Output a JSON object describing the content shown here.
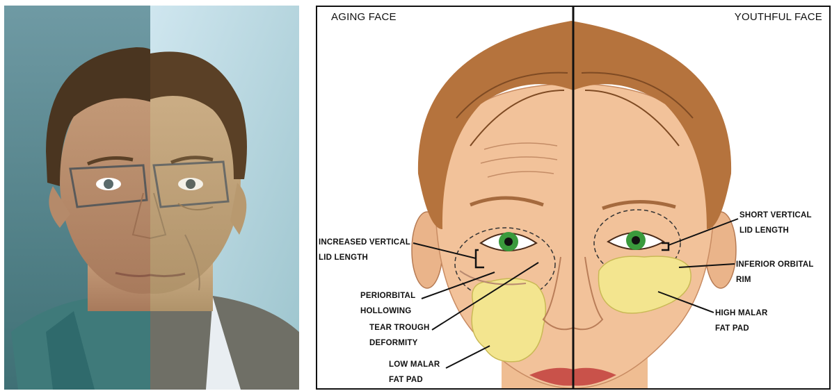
{
  "diagram": {
    "header_left": "AGING FACE",
    "header_right": "YOUTHFUL FACE",
    "labels": {
      "increased_vertical_lid_length": [
        "INCREASED VERTICAL",
        "LID LENGTH"
      ],
      "periorbital_hollowing": [
        "PERIORBITAL",
        "HOLLOWING"
      ],
      "tear_trough_deformity": [
        "TEAR TROUGH",
        "DEFORMITY"
      ],
      "low_malar_fat_pad": [
        "LOW MALAR",
        "FAT PAD"
      ],
      "short_vertical_lid_length": [
        "SHORT VERTICAL",
        "LID LENGTH"
      ],
      "inferior_orbital_rim": [
        "INFERIOR ORBITAL",
        "RIM"
      ],
      "high_malar_fat_pad": [
        "HIGH MALAR",
        "FAT PAD"
      ]
    }
  },
  "colors": {
    "skin": "#f2c29a",
    "hair": "#b5733d",
    "fat_pad": "#f3e58f",
    "iris": "#3a9a3c",
    "divider": "#111111"
  }
}
